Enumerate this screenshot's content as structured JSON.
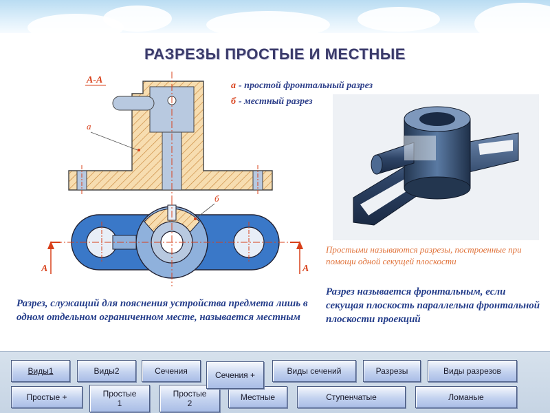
{
  "title": "РАЗРЕЗЫ ПРОСТЫЕ И МЕСТНЫЕ",
  "drawing": {
    "section_label": "А-А",
    "callout_a": "а",
    "callout_b": "б",
    "cut_mark_left": "А",
    "cut_mark_right": "А"
  },
  "legend": [
    {
      "letter": "а",
      "text": "- простой фронтальный разрез"
    },
    {
      "letter": "б",
      "text": "- местный разрез"
    }
  ],
  "definitions": {
    "simple": "Простыми называются разрезы, построенные при помощи одной секущей плоскости",
    "frontal": "Разрез называется фронтальным, если секущая плоскость параллельна фронтальной плоскости проекций",
    "local": "Разрез, служащий для пояснения устройства предмета лишь в одном отдельном ограниченном месте, называется местным"
  },
  "nav": {
    "row1": [
      "Виды1",
      "Виды2",
      "Сечения",
      "Сечения +",
      "Виды сечений",
      "Разрезы",
      "Виды разрезов"
    ],
    "row2": [
      "Простые +",
      "Простые 1",
      "Простые 2",
      "Местные",
      "Ступенчатые",
      "Ломаные"
    ]
  },
  "colors": {
    "title": "#3a3a6a",
    "part_blue": "#3a78c8",
    "hatch_fill": "#f7ddb0",
    "hatch_line": "#c8863a",
    "leader_red": "#d8401a",
    "text_blue": "#243d8a",
    "text_orange": "#e0723a"
  }
}
